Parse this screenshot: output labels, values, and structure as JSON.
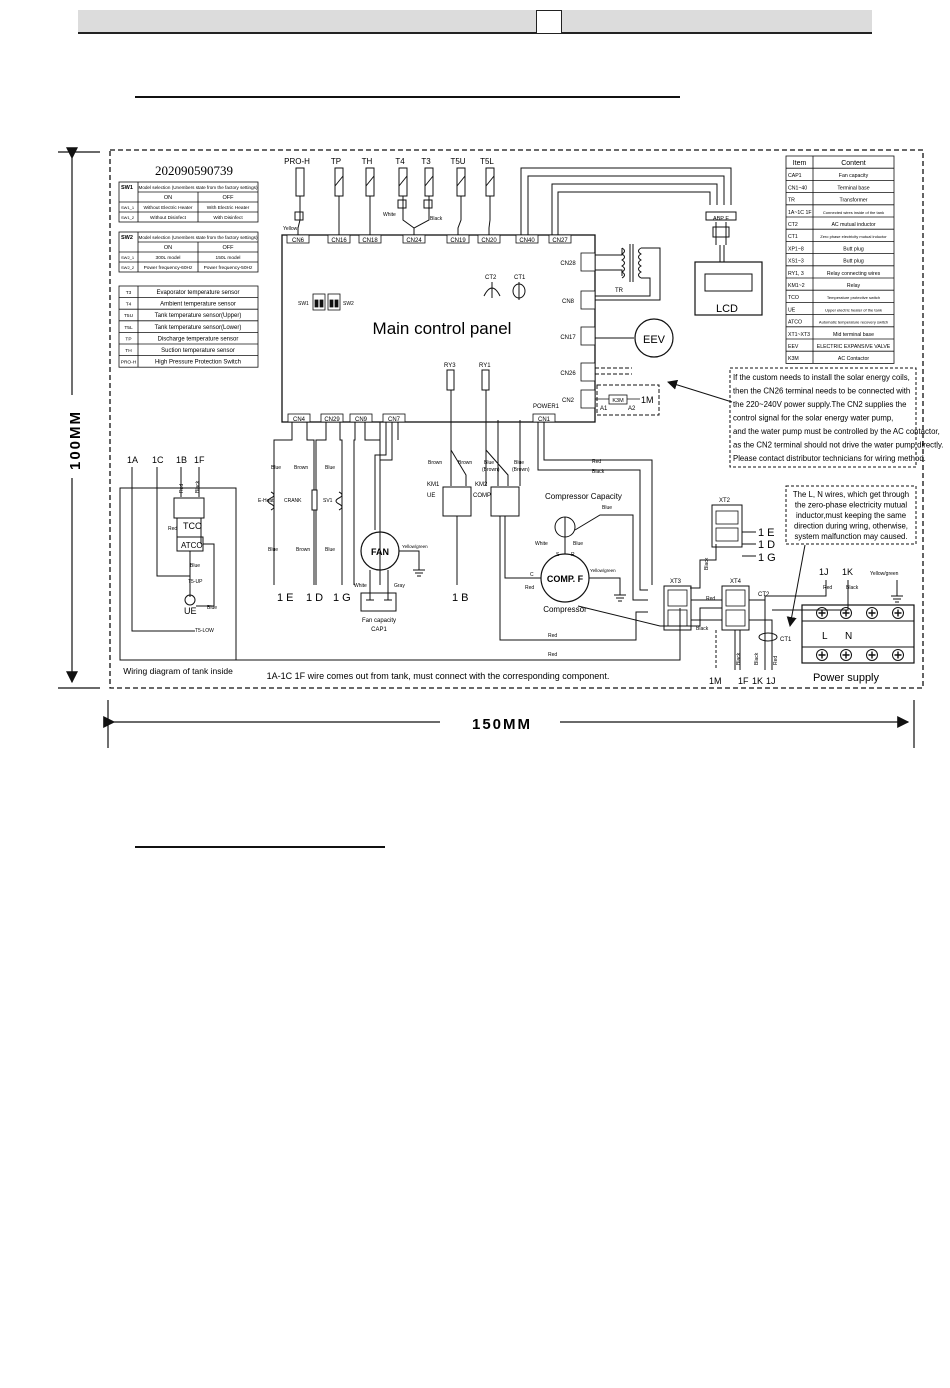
{
  "serial": "202090590739",
  "sw1_table": {
    "header": "Model selection (Unembers state from the factory settings)",
    "row_labels": [
      "ON",
      "OFF"
    ],
    "sw1_1": [
      "Without Electric Heater",
      "With Electric Heater"
    ],
    "sw1_2": [
      "Without Disinfect",
      "With Disinfect"
    ]
  },
  "sw2_table": {
    "header": "Model selection (Unembers state from the factory settings)",
    "row_labels": [
      "ON",
      "OFF"
    ],
    "sw2_1": [
      "300L model",
      "150L model"
    ],
    "sw2_2": [
      "Power frequency-60Hz",
      "Power frequency-50Hz"
    ]
  },
  "sensor_table": [
    {
      "code": "T3",
      "desc": "Evaporator temperature sensor"
    },
    {
      "code": "T4",
      "desc": "Ambient temperature sensor"
    },
    {
      "code": "T5U",
      "desc": "Tank temperature sensor(Upper)"
    },
    {
      "code": "T5L",
      "desc": "Tank temperature sensor(Lower)"
    },
    {
      "code": "TP",
      "desc": "Discharge temperature sensor"
    },
    {
      "code": "TH",
      "desc": "Suction temperature sensor"
    },
    {
      "code": "PRO-H",
      "desc": "High Pressure Protection Switch"
    }
  ],
  "legend_table": {
    "header": [
      "Item",
      "Content"
    ],
    "rows": [
      [
        "CAP1",
        "Fan capacity"
      ],
      [
        "CN1~40",
        "Terminal base"
      ],
      [
        "TR",
        "Transformer"
      ],
      [
        "1A~1C 1F",
        "Connected wires inside of the tank"
      ],
      [
        "CT2",
        "AC mutual inductor"
      ],
      [
        "CT1",
        "Zero phase electricity mutual inductor"
      ],
      [
        "XP1~8",
        "Butt plug"
      ],
      [
        "XS1~3",
        "Butt plug"
      ],
      [
        "RY1, 3",
        "Relay connecting wires"
      ],
      [
        "KM1~2",
        "Relay"
      ],
      [
        "TCO",
        "Temperature protective switch"
      ],
      [
        "UE",
        "Upper electric heater of the tank"
      ],
      [
        "ATCO",
        "Automatic temperature recovery switch"
      ],
      [
        "XT1~XT3",
        "Mid terminal base"
      ],
      [
        "EEV",
        "ELECTRIC EXPANSIVE VALVE"
      ],
      [
        "K3M",
        "AC Contactor"
      ]
    ]
  },
  "top_sensors": [
    "PRO-H",
    "TP",
    "TH",
    "T4",
    "T3",
    "T5U",
    "T5L"
  ],
  "top_connectors": [
    "CN6",
    "CN16",
    "CN18",
    "CN24",
    "CN19",
    "CN20",
    "CN40",
    "CN27"
  ],
  "right_connectors": [
    "CN28",
    "CN8",
    "CN17",
    "CN26",
    "CN2"
  ],
  "bottom_connectors": [
    "CN4",
    "CN29",
    "CN9",
    "CN7",
    "CN1"
  ],
  "panel_title": "Main control panel",
  "labels": {
    "tr": "TR",
    "lcd": "LCD",
    "eev": "EEV",
    "ct2": "CT2",
    "ct1": "CT1",
    "ry3": "RY3",
    "ry1": "RY1",
    "power1": "POWER1",
    "sw1": "SW1",
    "sw2": "SW2",
    "abpe": "ABP E",
    "k3m": "K3M",
    "a1": "A1",
    "a2": "A2",
    "onem": "1M",
    "yellow": "Yellow",
    "white": "White",
    "black": "Black",
    "red": "Red",
    "blue": "Blue",
    "brown": "Brown",
    "gray": "Gray",
    "yg": "Yellow/green",
    "blue_brown": "(Brown)",
    "blue_lbl": "Blue",
    "e_heat": "E-Heat",
    "crank": "CRANK",
    "sv1": "SV1",
    "fan": "FAN",
    "fan_cap": "Fan capacity",
    "cap1": "CAP1",
    "km1": "KM1",
    "ue": "UE",
    "km2": "KM2",
    "comp": "COMP",
    "comp_cap": "Compressor Capacity",
    "compf": "COMP. F",
    "compressor": "Compressor",
    "c": "C",
    "r": "R",
    "s": "S",
    "xt2": "XT2",
    "xt3": "XT3",
    "xt4": "XT4",
    "onee": "1 E",
    "oned": "1 D",
    "oneg": "1 G",
    "oneb": "1 B",
    "onej": "1J",
    "onek": "1K",
    "onef": "1F",
    "l": "L",
    "n": "N",
    "power_supply": "Power supply",
    "tank_title": "Wiring diagram of tank inside",
    "tank_1a": "1A",
    "tank_1c": "1C",
    "tank_1b": "1B",
    "tank_1f": "1F",
    "tco": "TCO",
    "atco": "ATCO",
    "t5up": "T5-UP",
    "t5low": "T5-LOW",
    "dim_h": "100MM",
    "dim_w": "150MM"
  },
  "notes": {
    "solar": [
      "If the custom needs to install the solar energy coils,",
      "then the CN26 terminal needs to be connected with",
      "the 220~240V power supply.The CN2 supplies the",
      "control signal for the solar energy water pump,",
      "and the water pump must be controlled by the AC contactor,",
      "as the CN2 terminal should not drive the water pump directly.",
      "Please contact  distributor technicians for wiring  method."
    ],
    "zero_phase": [
      "The L, N wires, which get through",
      "the zero-phase electricity mutual",
      "inductor,must keeping the same",
      "direction during wring, otherwise,",
      "system malfunction may caused."
    ],
    "footer": "1A-1C 1F wire comes out from tank, must connect with the corresponding component."
  }
}
